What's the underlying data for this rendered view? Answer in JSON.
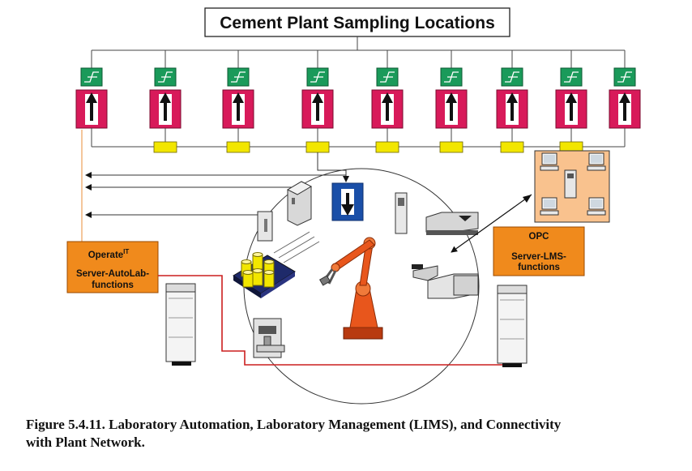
{
  "title": "Cement Plant Sampling Locations",
  "operate_box": {
    "line1": "Operate",
    "superscript": "IT",
    "line2": "Server-AutoLab-",
    "line3": "functions"
  },
  "opc_box": {
    "line1": "OPC",
    "line2": "Server-LMS-",
    "line3": "functions"
  },
  "caption": {
    "line1": "Figure 5.4.11. Laboratory Automation, Laboratory Management (LIMS), and Connectivity",
    "line2": "with Plant Network."
  },
  "colors": {
    "sampler_red": "#d81a5a",
    "analyzer_green": "#1a9a5a",
    "conveyor_yellow": "#f2e600",
    "server_orange": "#f08a1c",
    "lms_panel": "#f9c28e",
    "network_red": "#cc1f1f",
    "robot_orange": "#e8561c",
    "receiver_blue": "#1a4fa8"
  },
  "sampling_point_count": 9
}
